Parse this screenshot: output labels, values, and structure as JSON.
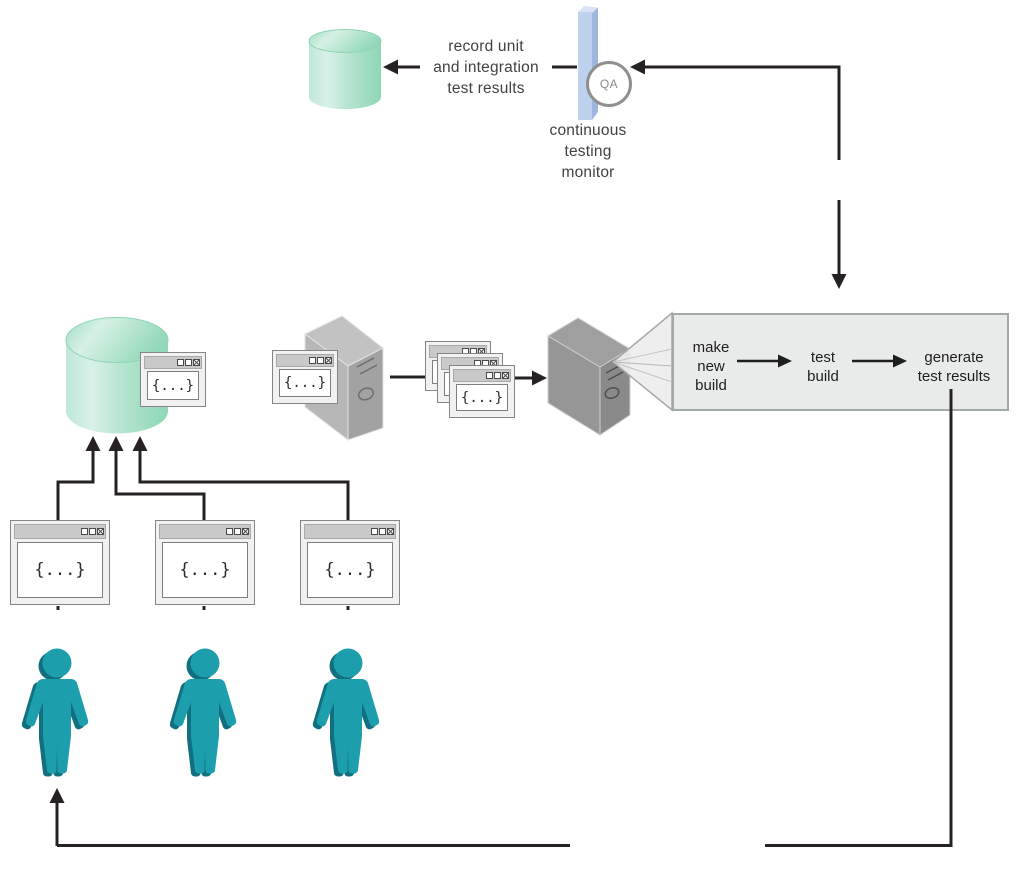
{
  "labels": {
    "record_results_line1": "record unit",
    "record_results_line2": "and integration",
    "record_results_line3": "test results",
    "monitor_line1": "continuous",
    "monitor_line2": "testing",
    "monitor_line3": "monitor",
    "qa_badge": "QA",
    "step1_line1": "make",
    "step1_line2": "new",
    "step1_line3": "build",
    "step2_line1": "test",
    "step2_line2": "build",
    "step3_line1": "generate",
    "step3_line2": "test results",
    "code_snippet": "{...}"
  },
  "colors": {
    "person_teal": "#1d9eac",
    "person_shadow": "#11707f",
    "cylinder_light": "#d9f1e9",
    "cylinder_dark": "#8fd6b7",
    "monitor_blue": "#bed1ef",
    "connector_line": "#262224",
    "banner_bg": "#e9ebea",
    "server_gray": "#a2a2a2"
  }
}
